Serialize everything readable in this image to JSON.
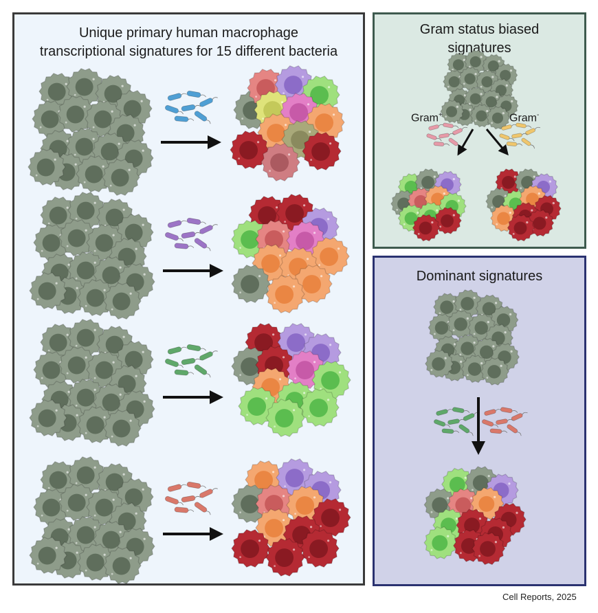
{
  "panels": {
    "left": {
      "title_line1": "Unique primary human macrophage",
      "title_line2": "transcriptional signatures for 15 different bacteria"
    },
    "gram": {
      "title_line1": "Gram status biased",
      "title_line2": "signatures",
      "pos_label": "Gram",
      "pos_sup": "+",
      "neg_label": "Gram",
      "neg_sup": "-"
    },
    "dominant": {
      "title": "Dominant signatures"
    }
  },
  "citation": "Cell Reports, 2025",
  "colors": {
    "naive_cell": "#8e9c8a",
    "naive_nucleus": "#5f6e5c",
    "bacteria_blue": "#4f9fd4",
    "bacteria_purple": "#9c74c6",
    "bacteria_green": "#5fa86a",
    "bacteria_red": "#d9786a",
    "bacteria_pink": "#e69aa8",
    "bacteria_yellow": "#efc66d",
    "arrow": "#111111"
  }
}
